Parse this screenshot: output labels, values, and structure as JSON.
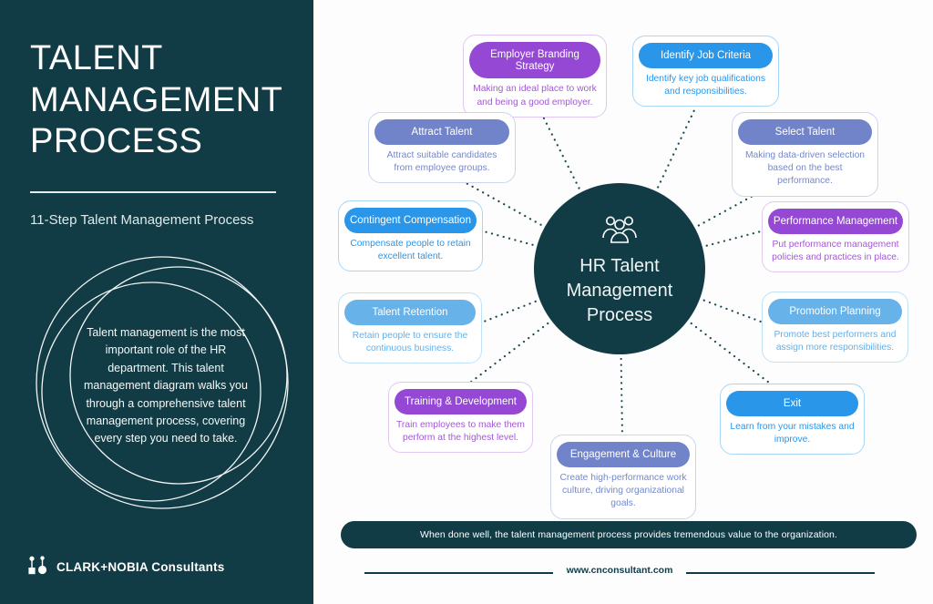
{
  "sidebar": {
    "title": "TALENT MANAGEMENT PROCESS",
    "subtitle": "11-Step Talent Management Process",
    "paragraph": "Talent management is the most important role of the HR department. This talent management diagram walks you through a comprehensive talent management process, covering every step you need to take.",
    "brand": "CLARK+NOBIA Consultants"
  },
  "center": {
    "title": "HR Talent Management Process",
    "icon": "people-group-icon"
  },
  "nodes": [
    {
      "label": "Employer Branding Strategy",
      "description": "Making an ideal place to work and being a good employer.",
      "scheme": "purple"
    },
    {
      "label": "Identify Job Criteria",
      "description": "Identify key job qualifications and responsibilities.",
      "scheme": "blue"
    },
    {
      "label": "Attract Talent",
      "description": "Attract suitable candidates from employee groups.",
      "scheme": "periwinkle"
    },
    {
      "label": "Select Talent",
      "description": "Making data-driven selection based on the best performance.",
      "scheme": "periwinkle"
    },
    {
      "label": "Contingent Compensation",
      "description": "Compensate people to retain excellent talent.",
      "scheme": "blue"
    },
    {
      "label": "Performance Management",
      "description": "Put performance management policies and practices in place.",
      "scheme": "purple"
    },
    {
      "label": "Talent Retention",
      "description": "Retain people to ensure the continuous business.",
      "scheme": "sky"
    },
    {
      "label": "Promotion Planning",
      "description": "Promote best performers and assign more responsibilities.",
      "scheme": "sky"
    },
    {
      "label": "Training & Development",
      "description": "Train employees to make them perform at the highest level.",
      "scheme": "purple"
    },
    {
      "label": "Exit",
      "description": "Learn from your mistakes and improve.",
      "scheme": "blue"
    },
    {
      "label": "Engagement & Culture",
      "description": "Create high-performance work culture, driving organizational goals.",
      "scheme": "periwinkle"
    }
  ],
  "footer": {
    "banner": "When done well, the talent management process provides tremendous value to the organization.",
    "website": "www.cnconsultant.com"
  },
  "colors": {
    "teal": "#123c45",
    "purple": "#9448d4",
    "blue": "#2a96e9",
    "periwinkle": "#7184c9",
    "sky": "#68b2ea",
    "panel_background": "#fdfdfe"
  }
}
